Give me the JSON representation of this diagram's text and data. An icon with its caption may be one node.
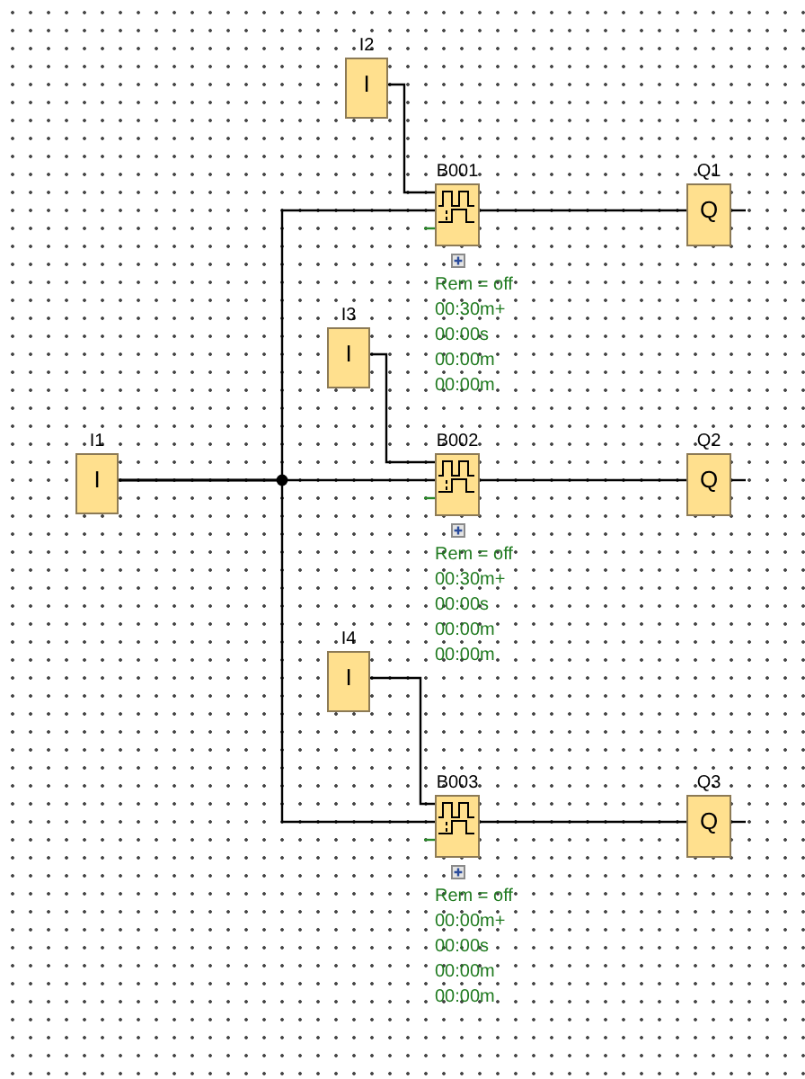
{
  "diagram": {
    "nodes": [
      {
        "text": [
          "I2",
          "I"
        ]
      },
      {
        "text": [
          "B001"
        ],
        "beside": [
          "Rem = off",
          "00:30m+",
          "00:00s",
          "00:00m",
          "00:00m"
        ]
      },
      {
        "text": [
          "Q1",
          "Q"
        ]
      },
      {
        "text": [
          "I3",
          "I"
        ]
      },
      {
        "text": [
          "I1",
          "I"
        ]
      },
      {
        "text": [
          "B002"
        ],
        "beside": [
          "Rem = off",
          "00:30m+",
          "00:00s",
          "00:00m",
          "00:00m"
        ]
      },
      {
        "text": [
          "Q2",
          "Q"
        ]
      },
      {
        "text": [
          "I4",
          "I"
        ]
      },
      {
        "text": [
          "B003"
        ],
        "beside": [
          "Rem = off",
          "00:00m+",
          "00:00s",
          "00:00m",
          "00:00m"
        ]
      },
      {
        "text": [
          "Q3",
          "Q"
        ]
      }
    ],
    "edges": [
      {
        "from": 4,
        "to": 1,
        "arrow": "none"
      },
      {
        "from": 4,
        "to": 5,
        "arrow": "none"
      },
      {
        "from": 4,
        "to": 8,
        "arrow": "none"
      },
      {
        "from": 0,
        "to": 1,
        "arrow": "none"
      },
      {
        "from": 3,
        "to": 5,
        "arrow": "none"
      },
      {
        "from": 7,
        "to": 8,
        "arrow": "none"
      },
      {
        "from": 1,
        "to": 2,
        "arrow": "none"
      },
      {
        "from": 5,
        "to": 6,
        "arrow": "none"
      },
      {
        "from": 8,
        "to": 9,
        "arrow": "none"
      }
    ]
  }
}
